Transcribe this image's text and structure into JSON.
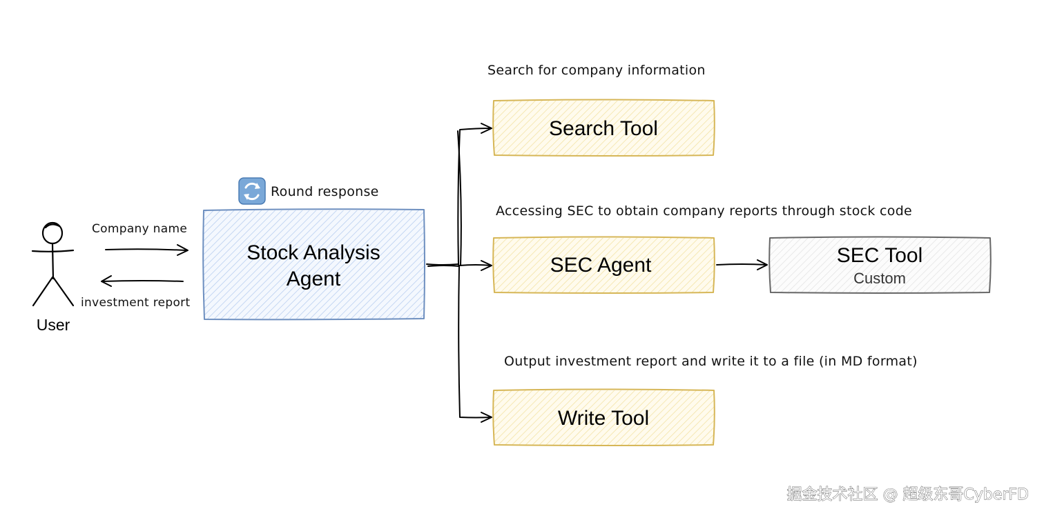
{
  "diagram": {
    "user": {
      "label": "User"
    },
    "edges": {
      "request_label": "Company name",
      "response_label": "investment report"
    },
    "agent": {
      "badge_icon": "round-arrows-icon",
      "badge_label": "Round response",
      "title_line1": "Stock Analysis",
      "title_line2": "Agent"
    },
    "tools": [
      {
        "description": "Search for company information",
        "title": "Search Tool"
      },
      {
        "description": "Accessing SEC to obtain company reports through stock code",
        "title": "SEC Agent"
      },
      {
        "description": "Output investment report and write it to a file (in MD format)",
        "title": "Write Tool"
      }
    ],
    "sec_tool": {
      "title": "SEC Tool",
      "subtitle": "Custom"
    }
  },
  "watermark": "掘金技术社区 @ 超级东哥CyberFD",
  "colors": {
    "agent_fill": "#dae8fc",
    "agent_stroke": "#6c8ebf",
    "tool_fill": "#fff2cc",
    "tool_stroke": "#d6b656",
    "custom_fill": "#f5f5f5",
    "custom_stroke": "#666666"
  }
}
